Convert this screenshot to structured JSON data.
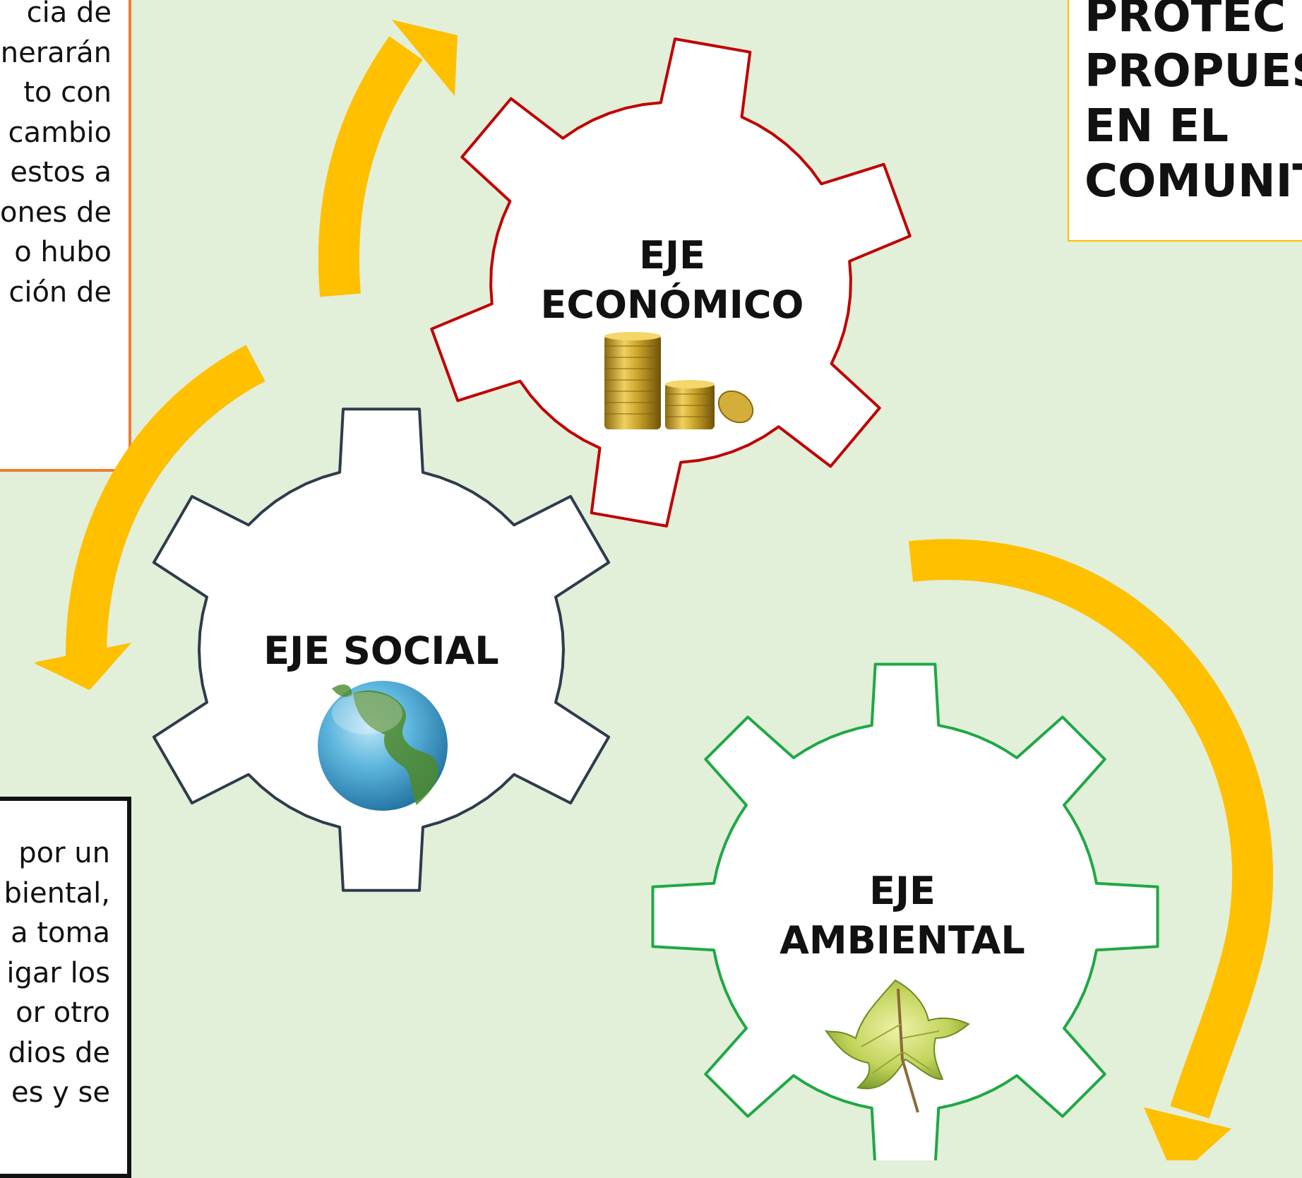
{
  "left_top_text": {
    "lines": [
      "cia  de",
      "nerarán",
      "to  con",
      "cambio",
      "estos  a",
      "ones de",
      "o  hubo",
      "ción  de"
    ]
  },
  "left_bottom_text": {
    "lines": [
      "por  un",
      "biental,",
      "a  toma",
      "igar  los",
      "or  otro",
      "dios  de",
      "es  y  se"
    ]
  },
  "top_right_heading": {
    "lines": [
      "PROTEC",
      "PROPUES",
      "EN   EL",
      "COMUNIT"
    ]
  },
  "gears": {
    "economico": {
      "line1": "EJE",
      "line2": "ECONÓMICO",
      "icon": "coins-icon"
    },
    "social": {
      "label": "EJE SOCIAL",
      "icon": "globe-icon"
    },
    "ambiental": {
      "line1": "EJE",
      "line2": "AMBIENTAL",
      "icon": "leaf-icon"
    }
  },
  "colors": {
    "background": "#e2efd9",
    "economico_outline": "#c00000",
    "social_outline": "#2f3b4c",
    "ambiental_outline": "#1fa845",
    "arrow": "#ffc000",
    "left_box_border": "#ed7d31"
  }
}
